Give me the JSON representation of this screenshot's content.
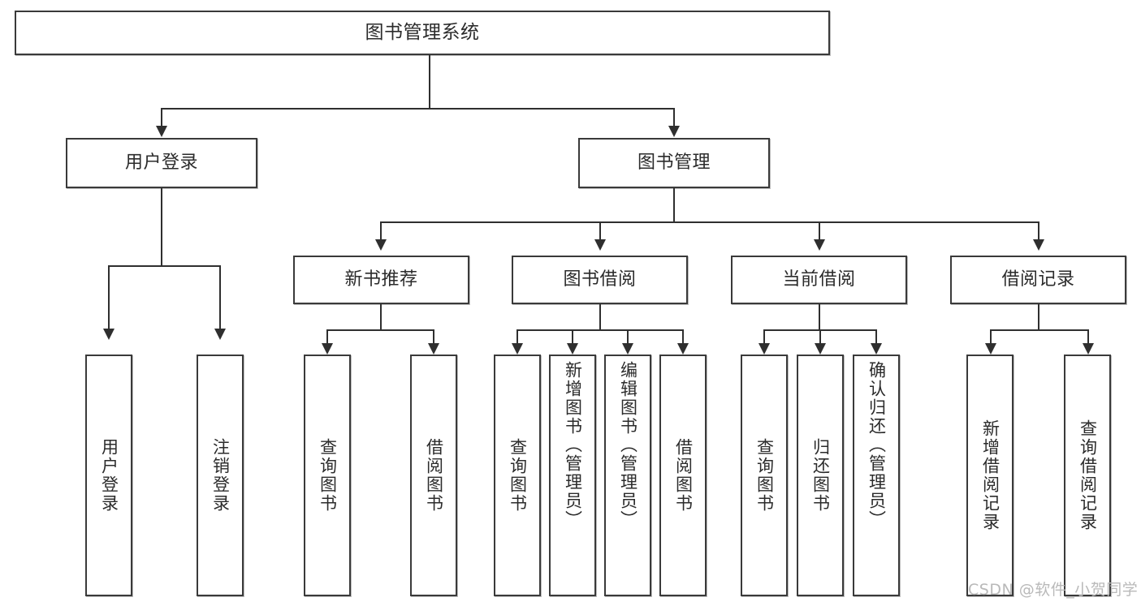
{
  "diagram": {
    "type": "tree",
    "title": "图书管理系统",
    "nodes": {
      "root": {
        "label": "图书管理系统"
      },
      "level2": [
        {
          "label": "用户登录"
        },
        {
          "label": "图书管理"
        }
      ],
      "level3": [
        {
          "label": "新书推荐"
        },
        {
          "label": "图书借阅"
        },
        {
          "label": "当前借阅"
        },
        {
          "label": "借阅记录"
        }
      ],
      "leaves": {
        "user_login": [
          {
            "label": "用户登录"
          },
          {
            "label": "注销登录"
          }
        ],
        "new_book_recommend": [
          {
            "label": "查询图书"
          },
          {
            "label": "借阅图书"
          }
        ],
        "book_borrow": [
          {
            "label": "查询图书"
          },
          {
            "label": "新增图书（管理员）"
          },
          {
            "label": "编辑图书（管理员）"
          },
          {
            "label": "借阅图书"
          }
        ],
        "current_borrow": [
          {
            "label": "查询图书"
          },
          {
            "label": "归还图书"
          },
          {
            "label": "确认归还（管理员）"
          }
        ],
        "borrow_record": [
          {
            "label": "新增借阅记录"
          },
          {
            "label": "查询借阅记录"
          }
        ]
      }
    },
    "watermark": "CSDN @软件_小贺同学",
    "colors": {
      "border": "#3a3a3a",
      "line": "#2f2f2f",
      "text": "#2b2b2b",
      "background": "#ffffff",
      "watermark": "#b9b9b9"
    }
  }
}
